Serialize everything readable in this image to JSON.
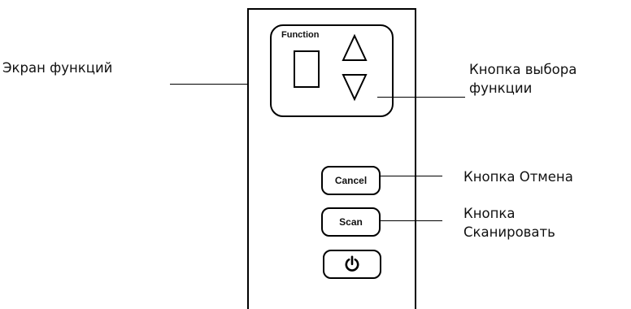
{
  "device": {
    "function_label": "Function",
    "buttons": {
      "cancel_label": "Cancel",
      "scan_label": "Scan"
    },
    "icons": {
      "up": "triangle-up-icon",
      "down": "triangle-down-icon",
      "power": "power-icon"
    }
  },
  "callouts": {
    "function_screen": "Экран функций",
    "function_select_line1": "Кнопка выбора",
    "function_select_line2": "функции",
    "cancel": "Кнопка Отмена",
    "scan_line1": "Кнопка",
    "scan_line2": "Сканировать"
  }
}
